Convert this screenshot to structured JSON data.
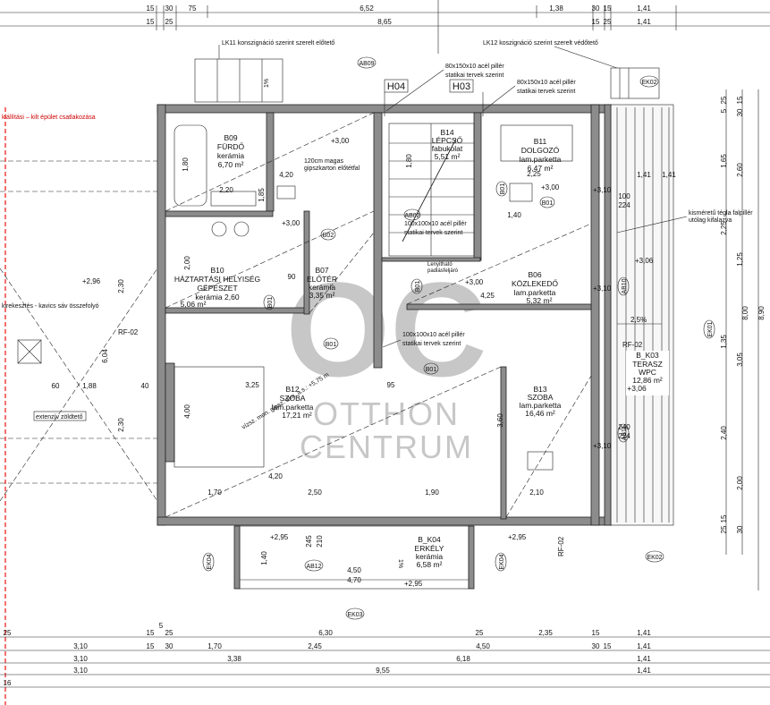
{
  "notes": {
    "lk11": "LK11 konszignáció szerint szerelt előtető",
    "lk12": "LK12 koszignáció szerint szerelt védőtető",
    "pillar_150_a": "80x150x10 acél pillér",
    "pillar_150_b": "statikai tervek szerint",
    "pillar_150_c": "80x150x10 acél pillér",
    "pillar_150_d": "statikai tervek szerint",
    "pillar_100_a": "100x100x10 acél pillér",
    "pillar_100_b": "statikai tervek szerint",
    "pillar_100_c": "100x100x10 acél pillér",
    "pillar_100_d": "statikai tervek szerint",
    "gipsz": "120cm magas",
    "gipsz_b": "gipszkarton előtétfal",
    "brick_a": "kisméretű tégla falpillér",
    "brick_b": "utólag kifalazva",
    "left_top": "kiállítási – kilt épület csatlakozása",
    "gravel": "kirekesztés - kavics sáv összefolyó",
    "green": "extenzív zöldtető",
    "ladder_a": "Lenyitható",
    "ladder_b": "padlásfeljáró"
  },
  "sections": {
    "h04": "H04",
    "h03": "H03",
    "rf02_a": "RF-02",
    "rf02_b": "RF-02",
    "rf02_c": "RF-02"
  },
  "rooms": {
    "b09": {
      "code": "B09",
      "name": "FÜRDŐ",
      "floor": "kerámia",
      "area": "6,70 m²"
    },
    "b14": {
      "code": "B14",
      "name": "LÉPCSŐ",
      "floor": "fabukolat",
      "area": "5,51 m²"
    },
    "b11": {
      "code": "B11",
      "name": "DOLGOZÓ",
      "floor": "lam.parketta",
      "area": "6,47 m²"
    },
    "b10": {
      "code": "B10",
      "name": "HÁZTARTÁSI HELYISÉG",
      "name2": "GÉPÉSZET",
      "floor": "kerámia 2,60",
      "area": "5,06 m²"
    },
    "b07": {
      "code": "B07",
      "name": "ELŐTÉR",
      "floor": "kerámia",
      "area": "3,35 m²"
    },
    "b06": {
      "code": "B06",
      "name": "KÖZLEKEDŐ",
      "floor": "lam.parketta",
      "area": "5,32 m²"
    },
    "b12": {
      "code": "B12",
      "name": "SZOBA",
      "floor": "lam.parketta",
      "area": "17,21 m²"
    },
    "b13": {
      "code": "B13",
      "name": "SZOBA",
      "floor": "lam.parketta",
      "area": "16,46 m²"
    },
    "bk03": {
      "code": "B_K03",
      "name": "TERASZ",
      "floor": "WPC",
      "area": "12,86 m²",
      "level": "+3,06"
    },
    "bk04": {
      "code": "B_K04",
      "name": "ERKÉLY",
      "floor": "kerámia",
      "area": "6,58 m²"
    }
  },
  "levels": {
    "l1": "+3,00",
    "l2": "+3,00",
    "l3": "+3,10",
    "l4": "+3,06",
    "l5": "+3,00",
    "l6": "+3,00",
    "l7": "+3,10",
    "l8": "+2,96",
    "l9": "+2,95",
    "l10": "+2,95",
    "l11": "+2,95",
    "l12": "+3,06",
    "l13": "+3,10"
  },
  "tags": {
    "ab09": "AB09",
    "ek02a": "EK02",
    "ek02b": "EK02",
    "ek01": "EK01",
    "ek03": "EK03",
    "ek04a": "EK04",
    "ek04b": "EK04",
    "ab12": "AB12",
    "ab02": "AB02",
    "ab10": "AB10",
    "ab11": "AB11",
    "b01a": "B01",
    "b01b": "B01",
    "b01c": "B01",
    "b01d": "B01",
    "b01e": "B01",
    "b01f": "B01",
    "b02": "B02"
  },
  "misc": {
    "slope": "2,5%",
    "pct1": "1%",
    "pct2": "1%",
    "diag": "vízsz. mon. gipsz. álm. a.s.: +5,75 m"
  },
  "dims_top": {
    "r1": [
      "15",
      "30",
      "75",
      "6,52",
      "1,38",
      "30",
      "15",
      "1,41"
    ],
    "r2": [
      "15",
      "25",
      "8,65",
      "15",
      "25",
      "1,41"
    ]
  },
  "dims_bottom": {
    "r1": [
      "5"
    ],
    "r2": [
      "25",
      "15",
      "25",
      "6,30",
      "25",
      "2,35",
      "15",
      "1,41"
    ],
    "r3": [
      "3,10",
      "15",
      "30",
      "1,70",
      "2,45",
      "4,50",
      "30",
      "15",
      "1,41"
    ],
    "r4": [
      "3,10",
      "3,38",
      "6,18",
      "1,41"
    ],
    "r5": [
      "3,10",
      "9,55",
      "1,41"
    ],
    "r6": [
      "16"
    ]
  },
  "dims_right": [
    "25",
    "5",
    "15",
    "30",
    "2,60",
    "1,65",
    "1,41",
    "2,25",
    "1,25",
    "8,00",
    "8,90",
    "1,35",
    "3,05",
    "2,40",
    "2,00",
    "15",
    "25",
    "30"
  ],
  "dims_inner": {
    "a": "1,80",
    "b": "4,20",
    "c": "1,41",
    "d": "2,20",
    "e": "1,85",
    "f": "2,25",
    "g": "1,40",
    "h": "2,00",
    "i": "2,30",
    "j": "4,25",
    "k": "1,80",
    "l": "3,25",
    "m": "4,00",
    "n": "4,20",
    "o": "1,70",
    "p": "2,50",
    "q": "1,90",
    "r": "2,10",
    "s": "3,60",
    "t": "6,04",
    "u": "1,88",
    "v": "60",
    "w": "40",
    "x": "2,30",
    "y": "2,95",
    "z": "4,50",
    "aa": "4,70",
    "bb": "1,40",
    "cc": "245",
    "dd": "210",
    "ee": "90",
    "ff": "95",
    "gg": "100",
    "hh": "224",
    "ii": "240"
  },
  "watermark": {
    "line1": "OTTHON",
    "line2": "CENTRUM",
    "mono": "OC"
  }
}
